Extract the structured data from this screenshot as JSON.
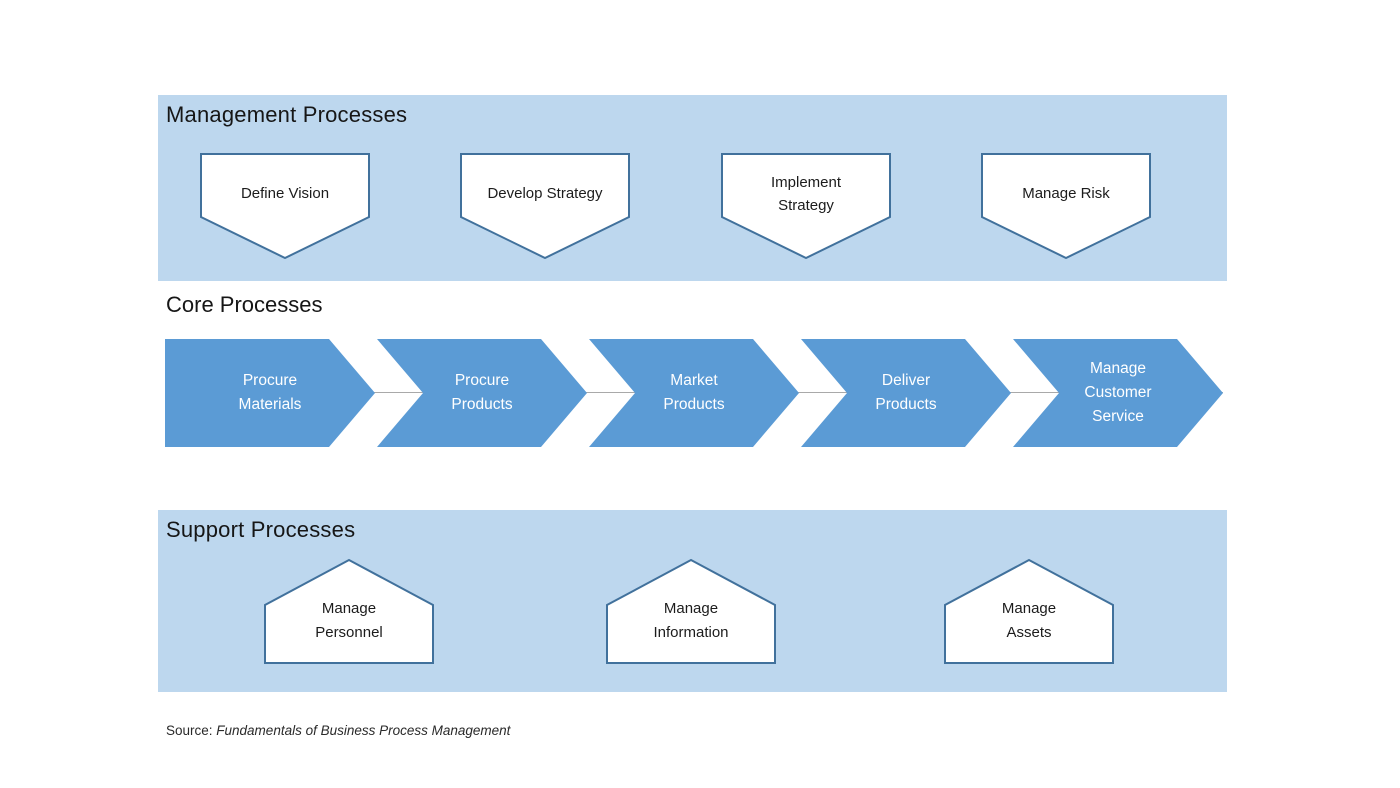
{
  "colors": {
    "band_bg": "#BDD7EE",
    "chevron_fill": "#5B9BD5",
    "shape_border": "#41719C",
    "shape_fill": "#FFFFFF",
    "chevron_text": "#FFFFFF",
    "heading_text": "#161616"
  },
  "management": {
    "title": "Management Processes",
    "items": [
      "Define Vision",
      "Develop Strategy",
      "Implement\nStrategy",
      "Manage Risk"
    ]
  },
  "core": {
    "title": "Core Processes",
    "items": [
      "Procure\nMaterials",
      "Procure\nProducts",
      "Market\nProducts",
      "Deliver\nProducts",
      "Manage\nCustomer\nService"
    ]
  },
  "support": {
    "title": "Support Processes",
    "items": [
      "Manage\nPersonnel",
      "Manage\nInformation",
      "Manage\nAssets"
    ]
  },
  "source": {
    "prefix": "Source: ",
    "title": "Fundamentals of Business Process Management"
  }
}
